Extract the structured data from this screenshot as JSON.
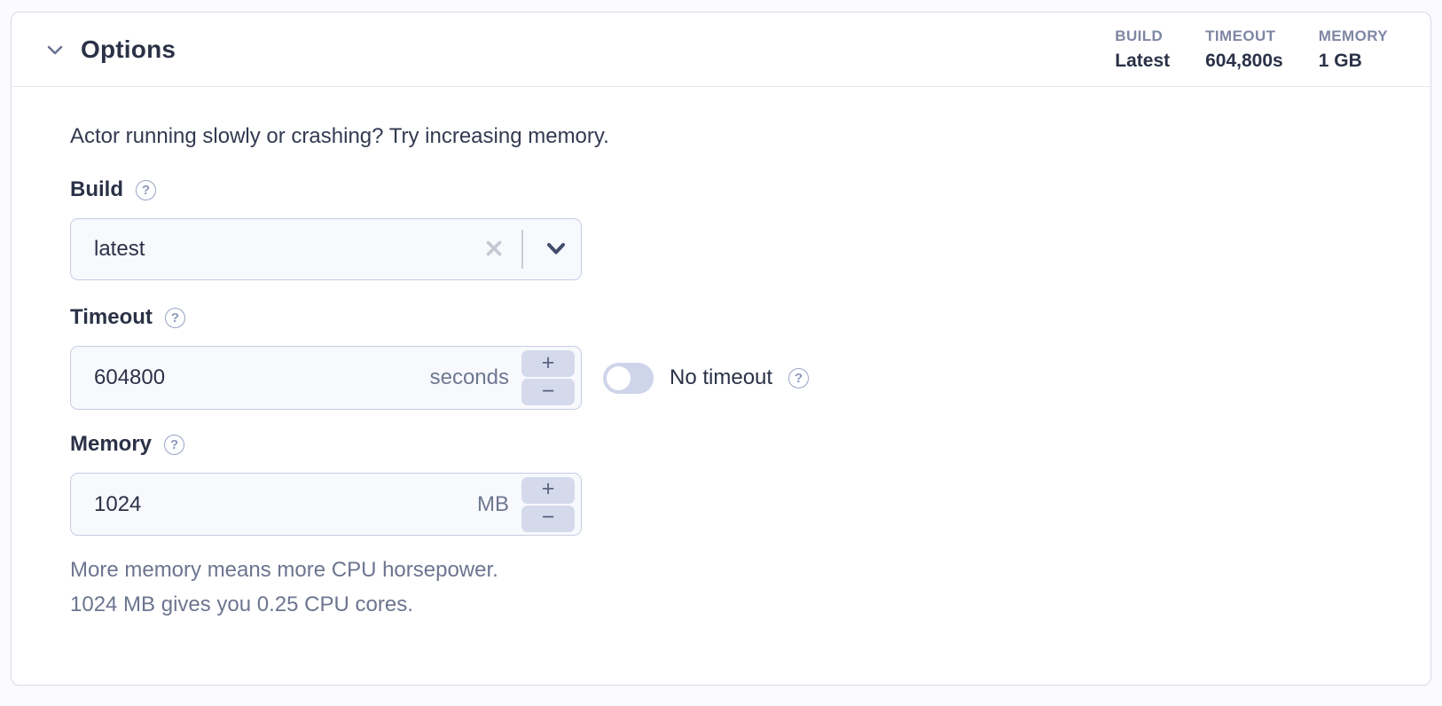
{
  "header": {
    "title": "Options",
    "summary": [
      {
        "label": "BUILD",
        "value": "Latest"
      },
      {
        "label": "TIMEOUT",
        "value": "604,800s"
      },
      {
        "label": "MEMORY",
        "value": "1 GB"
      }
    ]
  },
  "body": {
    "hint": "Actor running slowly or crashing? Try increasing memory.",
    "build": {
      "label": "Build",
      "value": "latest"
    },
    "timeout": {
      "label": "Timeout",
      "value": "604800",
      "unit": "seconds",
      "toggle": {
        "label": "No timeout",
        "state": "off"
      }
    },
    "memory": {
      "label": "Memory",
      "value": "1024",
      "unit": "MB",
      "help_lines": [
        "More memory means more CPU horsepower.",
        "1024 MB gives you 0.25 CPU cores."
      ]
    }
  },
  "controls": {
    "increment": "+",
    "decrement": "−"
  },
  "icons": {
    "question_glyph": "?"
  },
  "colors": {
    "title_text": "#2b3247",
    "summary_label": "#7e87a3",
    "input_border": "#c7cde3",
    "input_background": "#f8f9fd",
    "stepper_background": "#d4d9ec",
    "toggle_track_off": "#ced4ea",
    "muted_text": "#6d7590",
    "card_border": "#d9dcea"
  }
}
